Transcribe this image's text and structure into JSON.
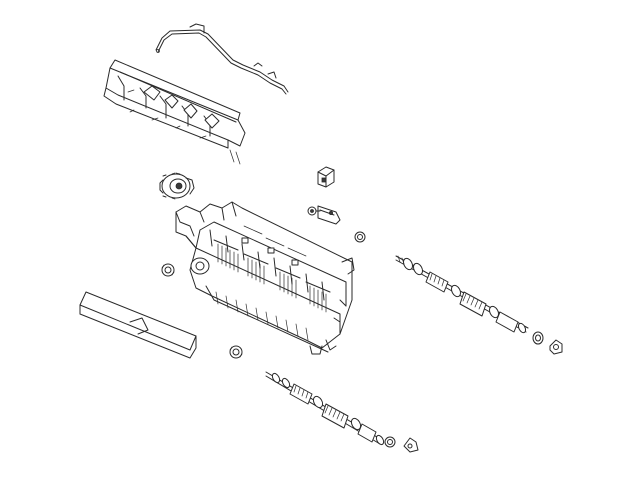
{
  "diagram": {
    "type": "exploded-parts-drawing",
    "colors": {
      "line": "#2a2a2a",
      "background": "#ffffff"
    },
    "parts": [
      {
        "name": "wire-guide"
      },
      {
        "name": "upper-guide-plate"
      },
      {
        "name": "drive-gear"
      },
      {
        "name": "small-bracket"
      },
      {
        "name": "sensor-arm"
      },
      {
        "name": "bushing-1"
      },
      {
        "name": "bushing-2"
      },
      {
        "name": "bushing-3"
      },
      {
        "name": "main-frame-assembly"
      },
      {
        "name": "mylar-sheet"
      },
      {
        "name": "upper-roller-shaft"
      },
      {
        "name": "upper-roller-bushing"
      },
      {
        "name": "upper-roller-clip"
      },
      {
        "name": "lower-roller-shaft"
      },
      {
        "name": "lower-roller-bushing"
      },
      {
        "name": "lower-roller-clip"
      }
    ]
  }
}
